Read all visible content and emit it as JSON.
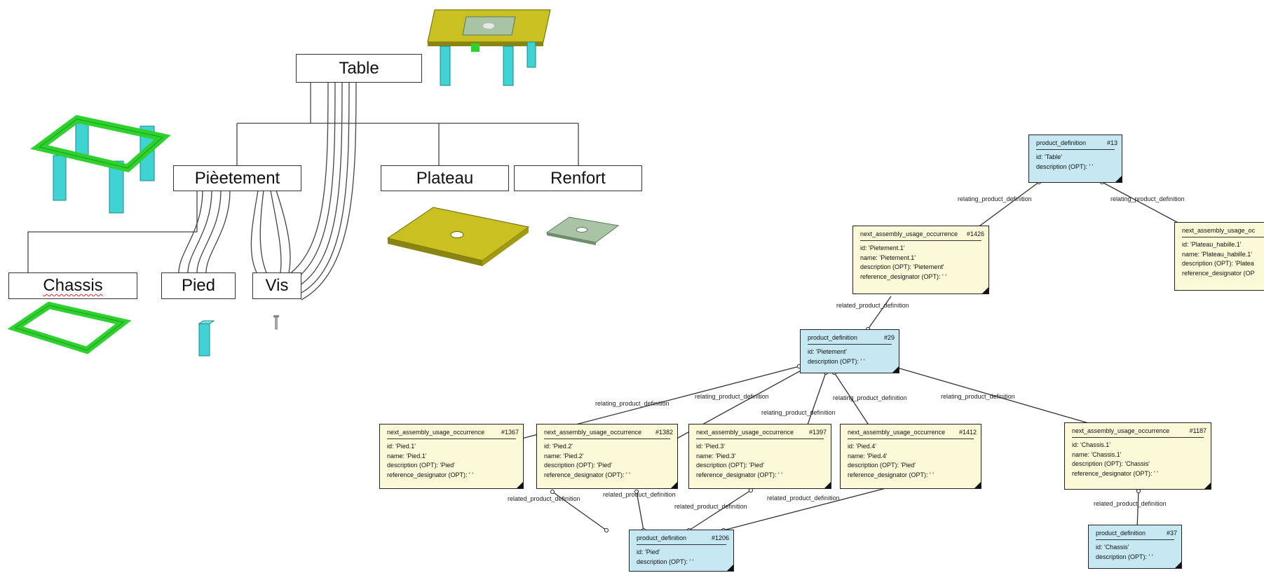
{
  "tree": {
    "root": "Table",
    "level1": [
      "Pièetement",
      "Plateau",
      "Renfort"
    ],
    "level2": [
      "Chassis",
      "Pied",
      "Vis"
    ]
  },
  "entities": {
    "pd13": {
      "type": "product_definition",
      "ref": "#13",
      "attrs": [
        "id: 'Table'",
        "description (OPT): ' '"
      ]
    },
    "pd29": {
      "type": "product_definition",
      "ref": "#29",
      "attrs": [
        "id: 'Pietement'",
        "description (OPT): ' '"
      ]
    },
    "pd1206": {
      "type": "product_definition",
      "ref": "#1206",
      "attrs": [
        "id: 'Pied'",
        "description (OPT): ' '"
      ]
    },
    "pd37": {
      "type": "product_definition",
      "ref": "#37",
      "attrs": [
        "id: 'Chassis'",
        "description (OPT): ' '"
      ]
    },
    "n1426": {
      "type": "next_assembly_usage_occurrence",
      "ref": "#1426",
      "attrs": [
        "id: 'Pietement.1'",
        "name: 'Pietement.1'",
        "description (OPT): 'Pietement'",
        "reference_designator (OPT): ' '"
      ]
    },
    "nplat": {
      "type": "next_assembly_usage_oc",
      "ref": "",
      "attrs": [
        "id: 'Plateau_habille.1'",
        "name: 'Plateau_habille.1'",
        "description (OPT): 'Platea",
        "reference_designator (OP"
      ]
    },
    "n1367": {
      "type": "next_assembly_usage_occurrence",
      "ref": "#1367",
      "attrs": [
        "id: 'Pied.1'",
        "name: 'Pied.1'",
        "description (OPT): 'Pied'",
        "reference_designator (OPT): ' '"
      ]
    },
    "n1382": {
      "type": "next_assembly_usage_occurrence",
      "ref": "#1382",
      "attrs": [
        "id: 'Pied.2'",
        "name: 'Pied.2'",
        "description (OPT): 'Pied'",
        "reference_designator (OPT): ' '"
      ]
    },
    "n1397": {
      "type": "next_assembly_usage_occurrence",
      "ref": "#1397",
      "attrs": [
        "id: 'Pied.3'",
        "name: 'Pied.3'",
        "description (OPT): 'Pied'",
        "reference_designator (OPT): ' '"
      ]
    },
    "n1412": {
      "type": "next_assembly_usage_occurrence",
      "ref": "#1412",
      "attrs": [
        "id: 'Pied.4'",
        "name: 'Pied.4'",
        "description (OPT): 'Pied'",
        "reference_designator (OPT): ' '"
      ]
    },
    "n1187": {
      "type": "next_assembly_usage_occurrence",
      "ref": "#1187",
      "attrs": [
        "id: 'Chassis.1'",
        "name: 'Chassis.1'",
        "description (OPT): 'Chassis'",
        "reference_designator (OPT): ' '"
      ]
    }
  },
  "relations": {
    "relating": "relating_product_definition",
    "related": "related_product_definition"
  },
  "colors": {
    "green_frame": "#2fd12f",
    "cyan_leg": "#3fd3d3",
    "olive_top": "#c9c022",
    "gray_plate": "#a9c4a4",
    "nauo_fill": "#fcf9d8",
    "pd_fill": "#c5e8f3"
  }
}
